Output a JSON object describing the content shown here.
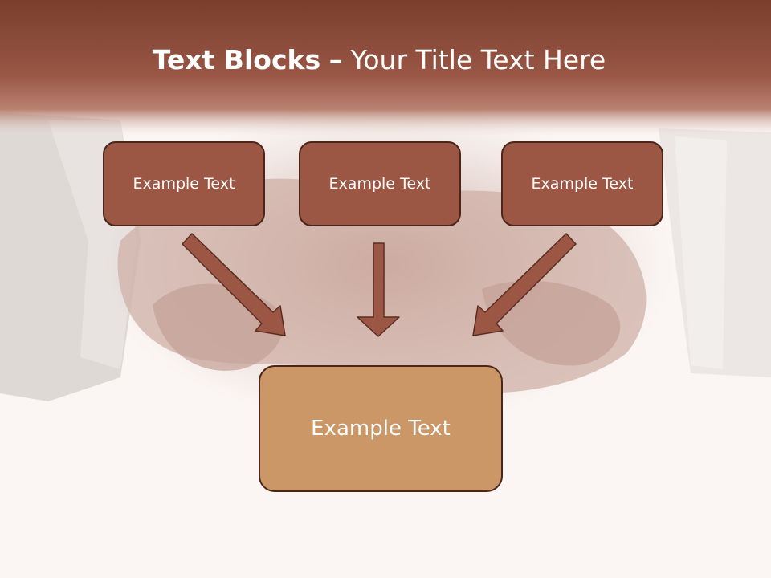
{
  "slide": {
    "title_bold": "Text Blocks",
    "title_dash": "–",
    "title_rest": "Your Title Text Here",
    "boxes": {
      "left": "Example Text",
      "center": "Example Text",
      "right": "Example Text",
      "bottom": "Example Text"
    }
  },
  "colors": {
    "header": "#955443",
    "top_box_fill": "#9b5744",
    "bottom_box_fill": "#cc9766",
    "border": "#4a2519",
    "arrow": "#9b5744",
    "background": "#fbf6f4"
  }
}
